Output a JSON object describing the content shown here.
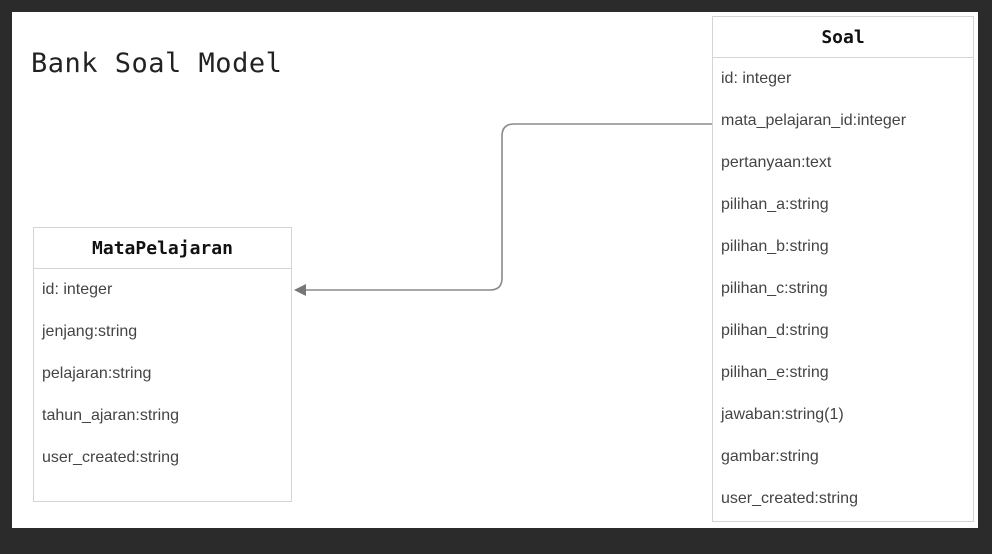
{
  "diagram": {
    "title": "Bank Soal Model"
  },
  "entities": {
    "mata_pelajaran": {
      "name": "MataPelajaran",
      "attributes": [
        "id: integer",
        "jenjang:string",
        "pelajaran:string",
        "tahun_ajaran:string",
        "user_created:string"
      ]
    },
    "soal": {
      "name": "Soal",
      "attributes": [
        "id: integer",
        "mata_pelajaran_id:integer",
        "pertanyaan:text",
        "pilihan_a:string",
        "pilihan_b:string",
        "pilihan_c:string",
        "pilihan_d:string",
        "pilihan_e:string",
        "jawaban:string(1)",
        "gambar:string",
        "user_created:string"
      ]
    }
  },
  "relations": [
    {
      "from": "soal.mata_pelajaran_id",
      "to": "mata_pelajaran.id"
    }
  ],
  "colors": {
    "connector": "#8a8a8a",
    "border": "#d4d4d4",
    "frame": "#2b2b2b"
  }
}
